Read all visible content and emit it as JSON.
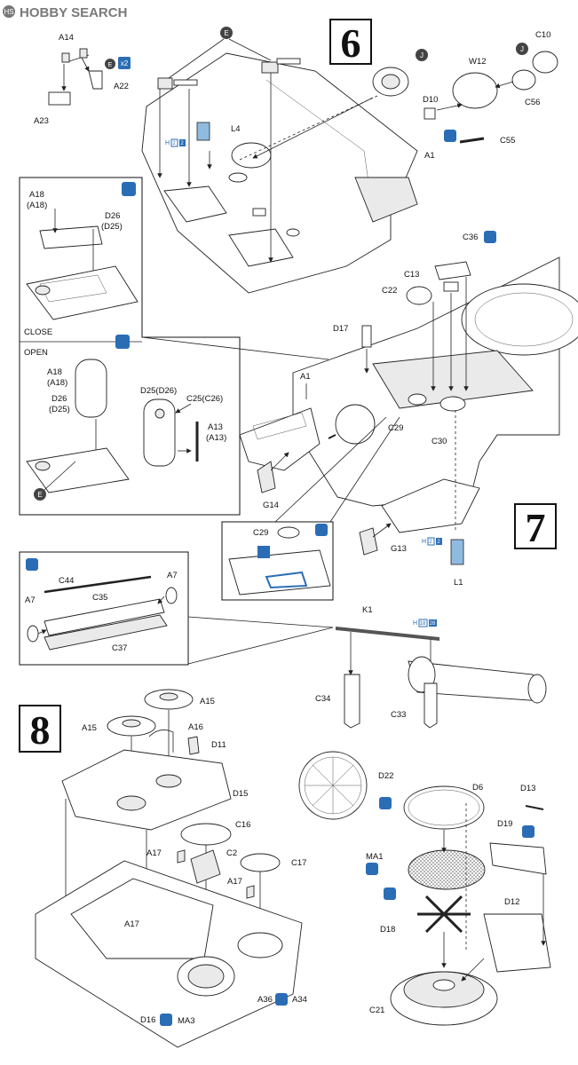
{
  "watermark": "HOBBY SEARCH",
  "steps": {
    "s6": "6",
    "s7": "7",
    "s8": "8"
  },
  "insets": {
    "close": "CLOSE",
    "open": "OPEN"
  },
  "icon_text": {
    "x2": "x2",
    "h": "H",
    "h2a": "2",
    "h2b": "2",
    "h18": "18",
    "h28": "28"
  },
  "labels": {
    "A14": "A14",
    "A22": "A22",
    "A23": "A23",
    "E_top": "E",
    "L4": "L4",
    "J1": "J",
    "J2": "J",
    "C10": "C10",
    "W12": "W12",
    "C56": "C56",
    "D10": "D10",
    "C55": "C55",
    "A1_top": "A1",
    "A18_c": "A18",
    "A18_cp": "(A18)",
    "D26_c": "D26",
    "D25_cp": "(D25)",
    "A18_o": "A18",
    "A18_op": "(A18)",
    "D26_o": "D26",
    "D25_op": "(D25)",
    "D25D26": "D25(D26)",
    "C25C26": "C25(C26)",
    "A13": "A13",
    "A13p": "(A13)",
    "E_in": "E",
    "C36": "C36",
    "C13": "C13",
    "C22": "C22",
    "D17": "D17",
    "A1_mid": "A1",
    "C29": "C29",
    "C30": "C30",
    "G14": "G14",
    "G13": "G13",
    "L1": "L1",
    "C29_in": "C29",
    "C44": "C44",
    "A7a": "A7",
    "A7b": "A7",
    "C35": "C35",
    "C37": "C37",
    "K1": "K1",
    "C34": "C34",
    "C33": "C33",
    "A15a": "A15",
    "A15b": "A15",
    "A16": "A16",
    "D11": "D11",
    "D15": "D15",
    "C16": "C16",
    "A17a": "A17",
    "C2": "C2",
    "C17": "C17",
    "A17b": "A17",
    "A17c": "A17",
    "D16": "D16",
    "MA3": "MA3",
    "A36": "A36",
    "A34": "A34",
    "D22": "D22",
    "D6": "D6",
    "D13": "D13",
    "D19": "D19",
    "MA1": "MA1",
    "D12": "D12",
    "D18": "D18",
    "C21": "C21"
  }
}
